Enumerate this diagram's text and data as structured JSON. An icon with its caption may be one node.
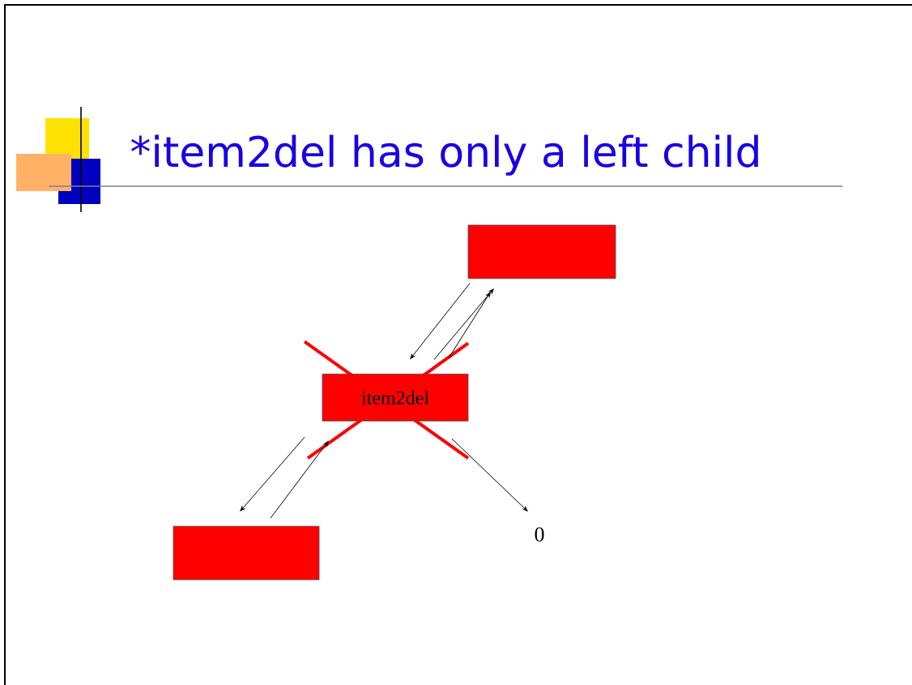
{
  "diagram": {
    "title": "*item2del has only a left child",
    "nodes": [
      {
        "text": [],
        "shape": "box"
      },
      {
        "text": [
          "item2del"
        ]
      },
      {
        "text": [],
        "shape": "box"
      },
      {
        "text": [
          "0"
        ]
      }
    ],
    "edges": [
      {
        "from": 0,
        "to": 1,
        "arrow": "to"
      },
      {
        "from": 1,
        "to": 0,
        "arrow": "to"
      },
      {
        "from": 1,
        "to": 0,
        "arrow": "to"
      },
      {
        "from": 1,
        "to": 2,
        "arrow": "to"
      },
      {
        "from": 2,
        "to": 1,
        "arrow": "to"
      },
      {
        "from": 1,
        "to": 3,
        "arrow": "to"
      }
    ]
  }
}
